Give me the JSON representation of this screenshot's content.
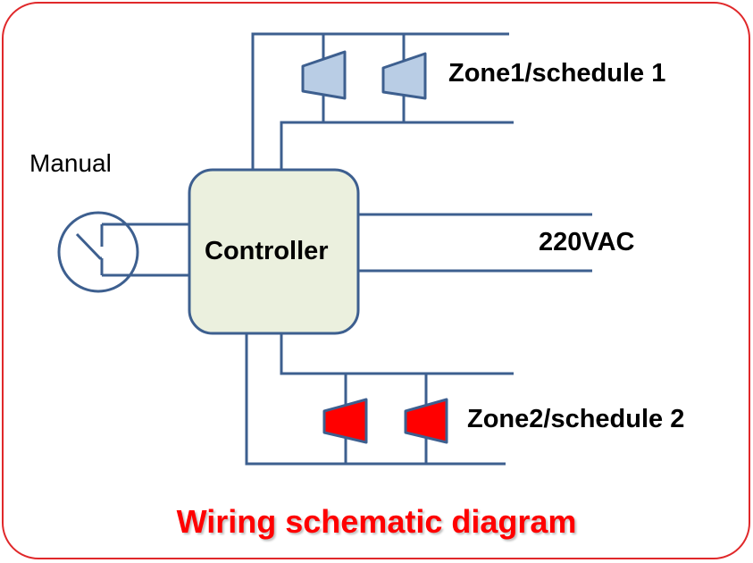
{
  "labels": {
    "manual": "Manual",
    "controller": "Controller",
    "zone1": "Zone1/schedule 1",
    "zone2": "Zone2/schedule 2",
    "voltage": "220VAC"
  },
  "title": "Wiring schematic diagram",
  "colors": {
    "frame": "#e0282a",
    "wire": "#3d5f8f",
    "controller_fill": "#ebf0de",
    "zone1_valve": "#b9cde5",
    "zone2_valve": "#ff0000",
    "title": "#ff0000"
  },
  "icons": {
    "manual_switch": "clock-switch-icon",
    "zone1_valves": "solenoid-valve-icon",
    "zone2_valves": "solenoid-valve-icon"
  }
}
